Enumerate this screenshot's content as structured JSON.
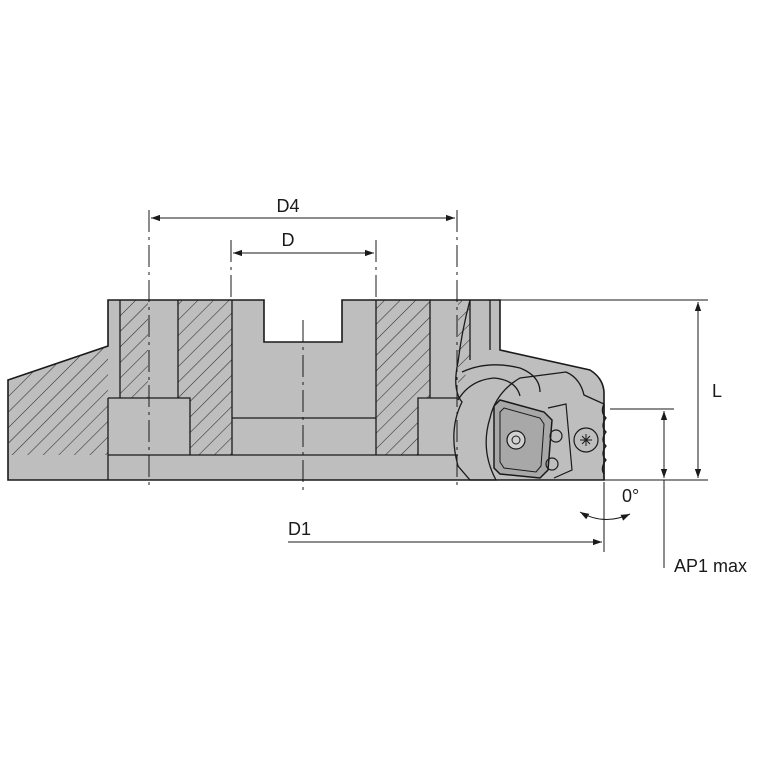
{
  "diagram": {
    "kind": "face mill cross-section drawing",
    "colors": {
      "body_fill": "#bebebe",
      "insert_fill": "#a8a8a8",
      "outline": "#1a1a1a",
      "hatch": "#2a2a2a",
      "dimension_line": "#1a1a1a",
      "centerline": "#1a1a1a"
    },
    "dimensions": {
      "d4": "D4",
      "d": "D",
      "l": "L",
      "angle": "0°",
      "d1": "D1",
      "ap1": "AP1 max"
    }
  }
}
